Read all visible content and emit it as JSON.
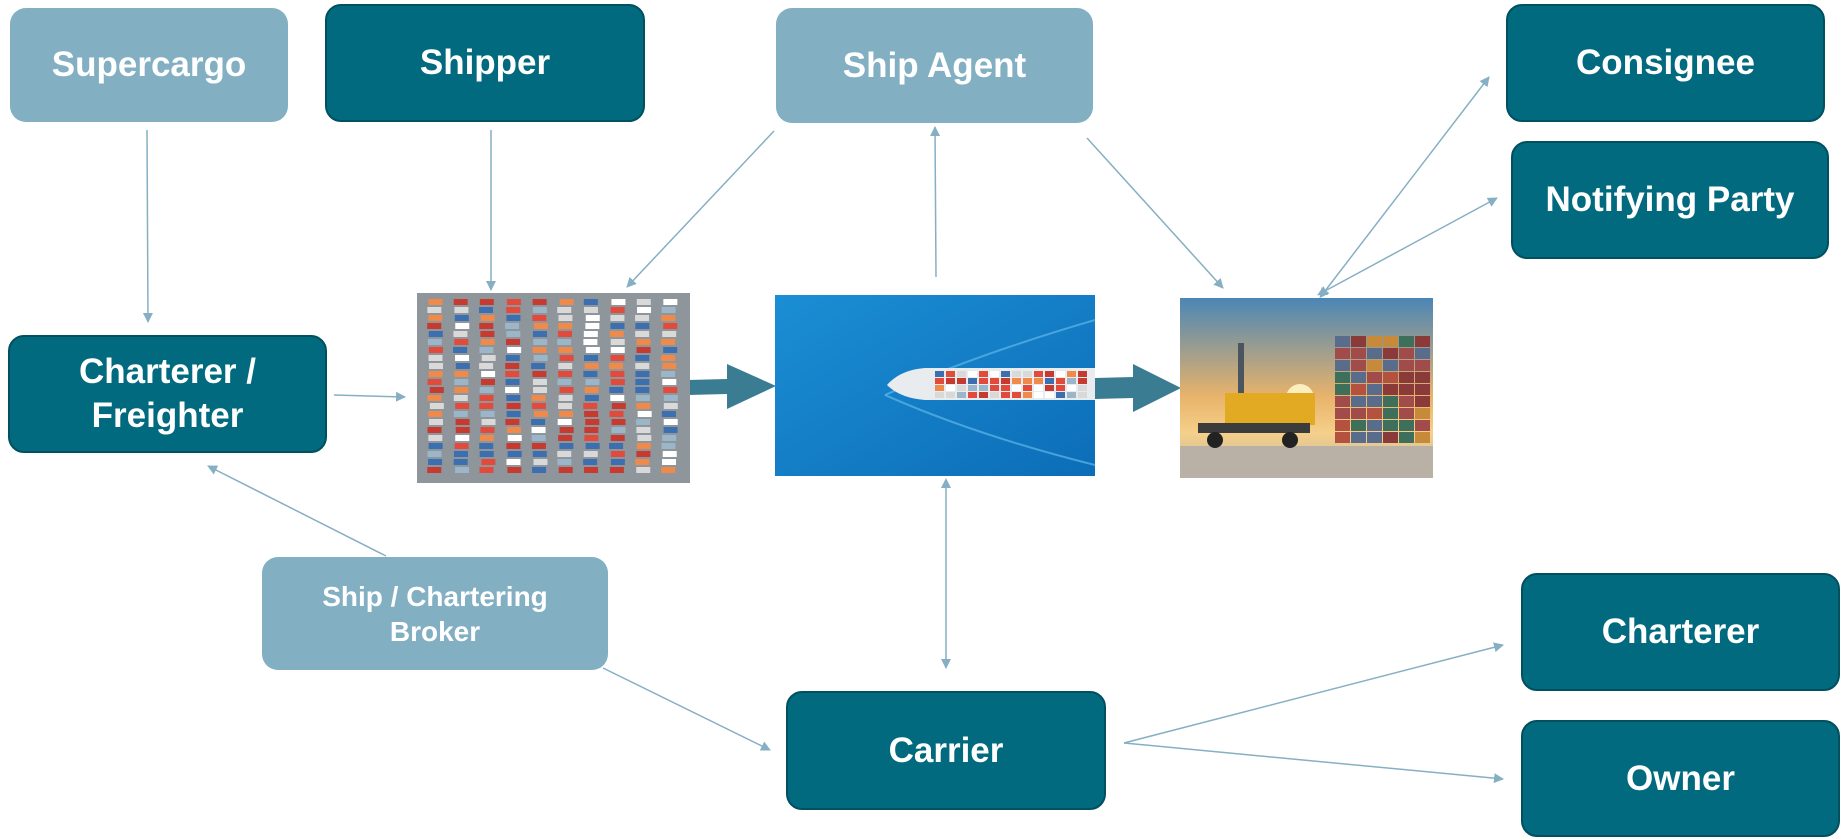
{
  "colors": {
    "dark_box": "#026a7e",
    "light_box": "#83afc3",
    "thin_arrow": "#86afc4",
    "thick_arrow": "#3a7d93"
  },
  "nodes": {
    "supercargo": "Supercargo",
    "shipper": "Shipper",
    "ship_agent": "Ship Agent",
    "consignee": "Consignee",
    "notifying_party": "Notifying Party",
    "charterer_freighter": "Charterer / Freighter",
    "broker": "Ship / Chartering Broker",
    "carrier": "Carrier",
    "charterer": "Charterer",
    "owner": "Owner"
  },
  "images": {
    "port": "container-port-aerial-image",
    "ship": "container-ship-at-sea-image",
    "terminal": "container-terminal-sunset-image"
  }
}
